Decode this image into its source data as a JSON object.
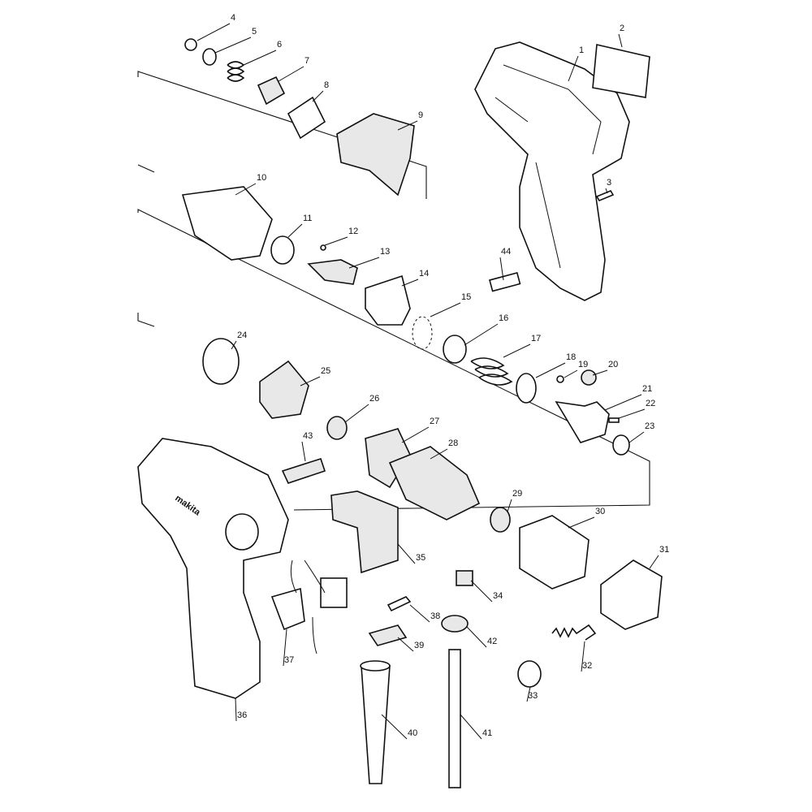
{
  "diagram": {
    "type": "exploded parts diagram",
    "part_numbers": [
      "1",
      "2",
      "3",
      "4",
      "5",
      "6",
      "7",
      "8",
      "9",
      "10",
      "11",
      "12",
      "13",
      "14",
      "15",
      "16",
      "17",
      "18",
      "19",
      "20",
      "21",
      "22",
      "23",
      "24",
      "25",
      "26",
      "27",
      "28",
      "29",
      "30",
      "31",
      "32",
      "33",
      "34",
      "35",
      "36",
      "37",
      "38",
      "39",
      "40",
      "41",
      "42",
      "43",
      "44"
    ],
    "logo_text": "makita"
  }
}
